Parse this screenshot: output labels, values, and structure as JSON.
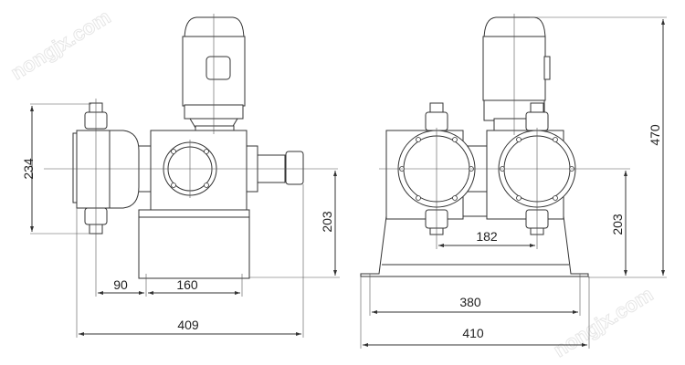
{
  "watermark": "nongjx.com",
  "side_view": {
    "dim_height_pump_head": "234",
    "dim_center_height": "203",
    "dim_valve_offset": "90",
    "dim_base_width": "160",
    "dim_total_length": "409"
  },
  "front_view": {
    "dim_head_spacing": "182",
    "dim_center_height": "203",
    "dim_total_height": "470",
    "dim_mount_holes": "380",
    "dim_base_length": "410"
  }
}
